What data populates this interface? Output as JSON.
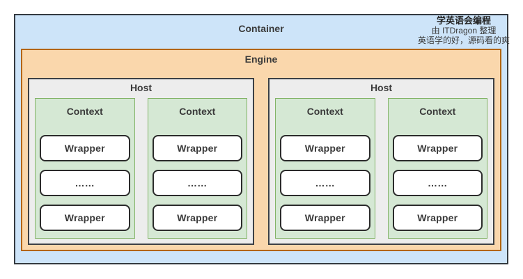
{
  "container": {
    "label": "Container"
  },
  "watermark": {
    "line1": "学英语会编程",
    "line2": "由 ITDragon 整理",
    "line3": "英语学的好，源码看的爽"
  },
  "engine": {
    "label": "Engine",
    "hosts": [
      {
        "label": "Host",
        "contexts": [
          {
            "label": "Context",
            "wrappers": [
              "Wrapper",
              "……",
              "Wrapper"
            ]
          },
          {
            "label": "Context",
            "wrappers": [
              "Wrapper",
              "……",
              "Wrapper"
            ]
          }
        ]
      },
      {
        "label": "Host",
        "contexts": [
          {
            "label": "Context",
            "wrappers": [
              "Wrapper",
              "……",
              "Wrapper"
            ]
          },
          {
            "label": "Context",
            "wrappers": [
              "Wrapper",
              "……",
              "Wrapper"
            ]
          }
        ]
      }
    ]
  },
  "colors": {
    "container_fill": "#cde4f9",
    "container_stroke": "#343a40",
    "engine_fill": "#fad7ac",
    "engine_stroke": "#b46504",
    "host_fill": "#ededed",
    "host_stroke": "#3d4045",
    "context_fill": "#d5e8d4",
    "context_stroke": "#82b366",
    "wrapper_fill": "#ffffff",
    "wrapper_stroke": "#2b2b2b",
    "label_color": "#3a3a3a"
  }
}
